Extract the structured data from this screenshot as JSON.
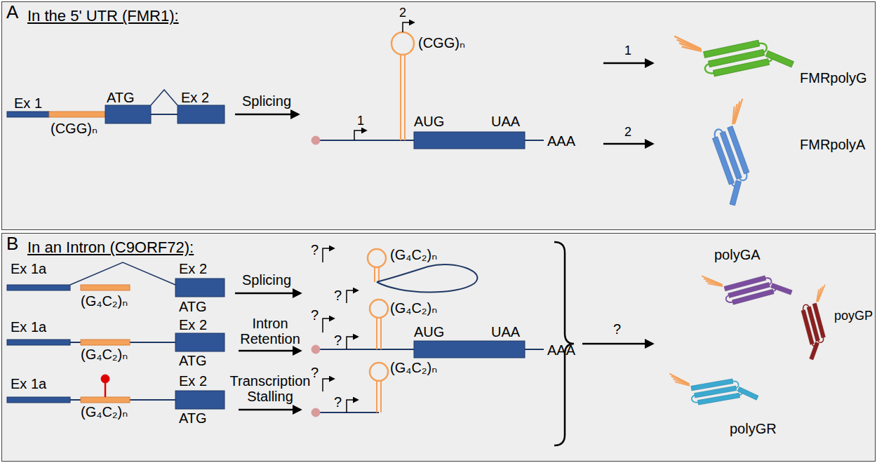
{
  "diagram": {
    "nodes": [
      {
        "text": [
          "A",
          "In the 5' UTR (FMR1):"
        ]
      },
      {
        "text": [
          "B",
          "In an Intron (C9ORF72):"
        ]
      }
    ],
    "labels": [
      "Ex 1",
      "(CGG)ₙ",
      "ATG",
      "Ex 2",
      "Splicing",
      "2",
      "1",
      "(CGG)ₙ",
      "AUG",
      "UAA",
      "AAA",
      "1",
      "2",
      "FMRpolyG",
      "FMRpolyA",
      "Ex 1a",
      "Ex 2",
      "(G₄C₂)ₙ",
      "ATG",
      "Splicing",
      "?",
      "?",
      "(G₄C₂)ₙ",
      "Ex 1a",
      "Ex 2",
      "(G₄C₂)ₙ",
      "ATG",
      "Intron Retention",
      "?",
      "?",
      "(G₄C₂)ₙ",
      "AUG",
      "UAA",
      "AAA",
      "Ex 1a",
      "Ex 2",
      "(G₄C₂)ₙ",
      "ATG",
      "Transcription Stalling",
      "?",
      "?",
      "(G₄C₂)ₙ",
      "?",
      "polyGA",
      "poyGP",
      "polyGR"
    ]
  }
}
